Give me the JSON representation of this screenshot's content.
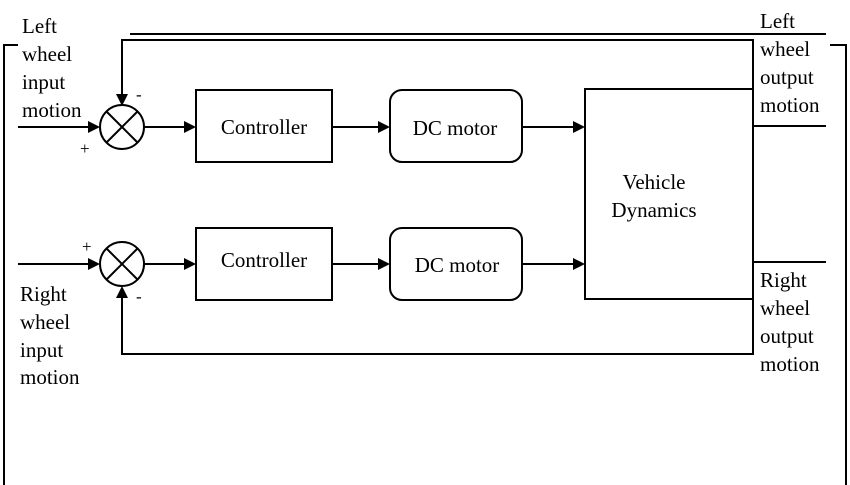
{
  "left_input_label": [
    "Left",
    "wheel",
    "input",
    "motion"
  ],
  "right_input_label": [
    "Right",
    "wheel",
    "input",
    "motion"
  ],
  "left_output_label": [
    "Left",
    "wheel",
    "output",
    "motion"
  ],
  "right_output_label": [
    "Right",
    "wheel",
    "output",
    "motion"
  ],
  "top_loop": {
    "controller": "Controller",
    "motor": "DC motor",
    "feedback_sign": "-",
    "input_sign": "+"
  },
  "bottom_loop": {
    "controller": "Controller",
    "motor": "DC motor",
    "feedback_sign": "-",
    "input_sign": "+"
  },
  "plant": {
    "line1": "Vehicle",
    "line2": "Dynamics"
  },
  "colors": {
    "stroke": "#000000",
    "background": "#ffffff"
  }
}
